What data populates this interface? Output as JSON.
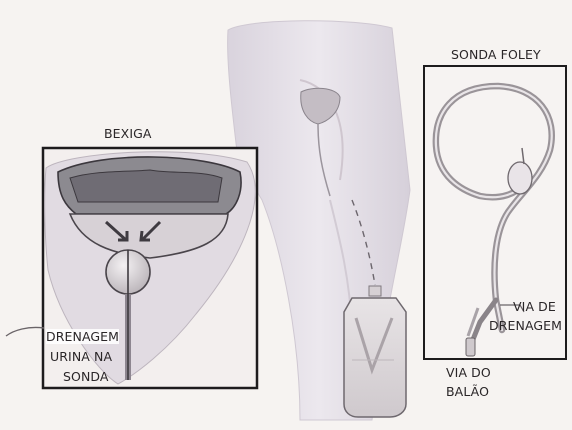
{
  "labels": {
    "bladder": "BEXIGA",
    "foley_catheter": "SONDA FOLEY",
    "drainage_lines": [
      "DRENAGEM",
      "URINA NA",
      "SONDA"
    ],
    "drainage_route_lines": [
      "VIA DE",
      "DRENAGEM"
    ],
    "balloon_route_lines": [
      "VIA DO",
      "BALÃO"
    ]
  },
  "colors": {
    "background": "#f6f3f1",
    "skin": "#e7e2e8",
    "bladder_wall": "#8c8a90",
    "panel_border": "#1d1b1d"
  }
}
